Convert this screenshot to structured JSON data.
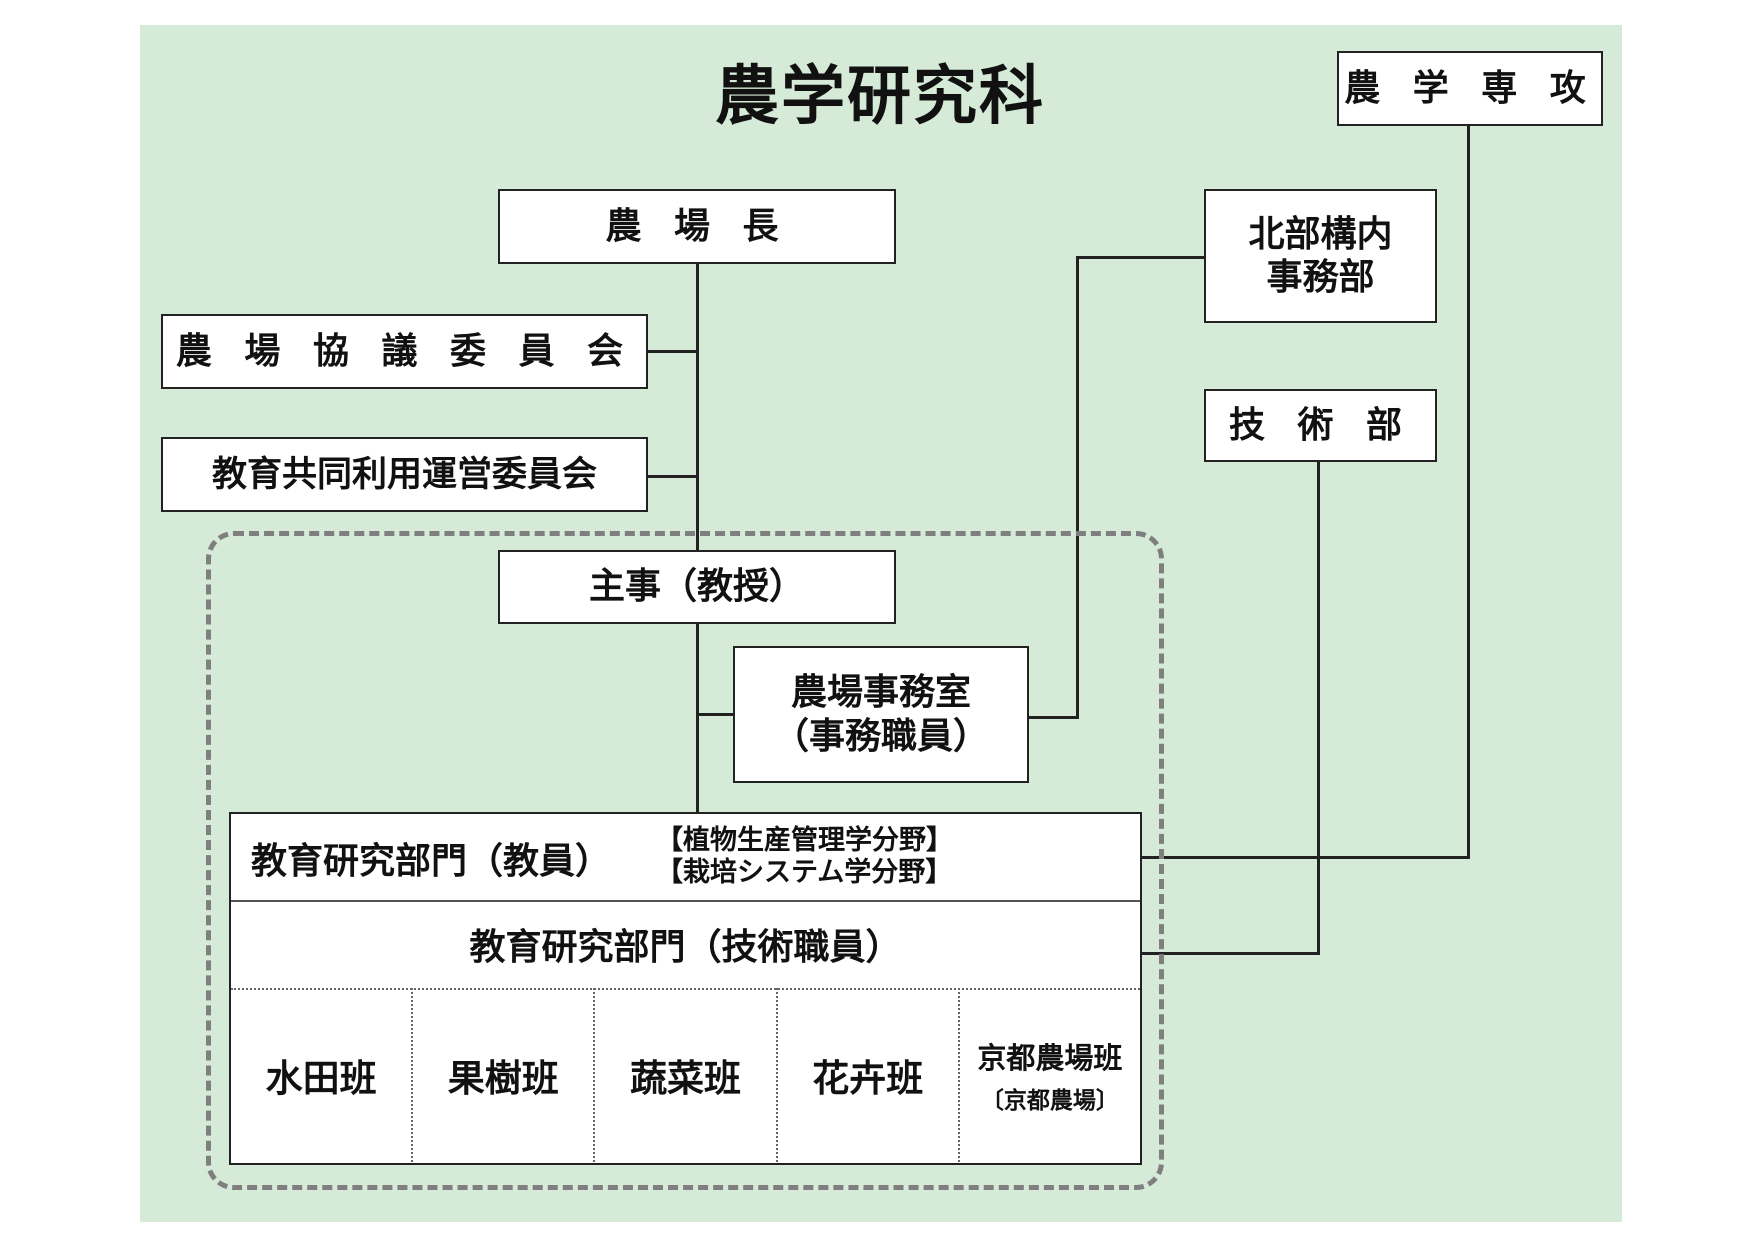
{
  "title": "農学研究科",
  "boxes": {
    "nogaku_senko": "農 学 専 攻",
    "jojocho": "農 場 長",
    "kyogi_iinkai": "農 場 協 議 委 員 会",
    "kyoiku_kyodo": "教育共同利用運営委員会",
    "hokubu_line1": "北部構内",
    "hokubu_line2": "事務部",
    "gijutsubu": "技 術 部",
    "shuji": "主事（教授）",
    "jimushitsu_line1": "農場事務室",
    "jimushitsu_line2": "（事務職員）"
  },
  "department": {
    "faculty": "教育研究部門（教員）",
    "fields": [
      "【植物生産管理学分野】",
      "【栽培システム学分野】"
    ],
    "tech_staff": "教育研究部門（技術職員）",
    "teams": [
      {
        "name": "水田班"
      },
      {
        "name": "果樹班"
      },
      {
        "name": "蔬菜班"
      },
      {
        "name": "花卉班"
      },
      {
        "name": "京都農場班",
        "sub": "〔京都農場〕"
      }
    ]
  }
}
